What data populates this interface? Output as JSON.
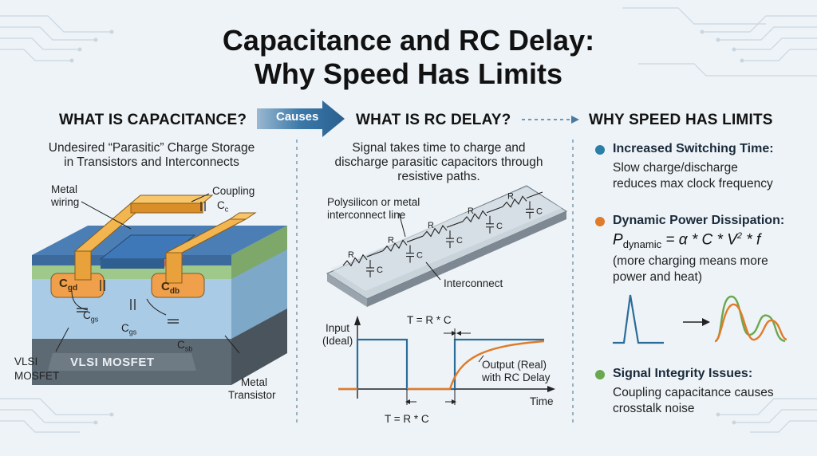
{
  "title": {
    "line1": "Capacitance and RC Delay:",
    "line2": "Why Speed Has Limits"
  },
  "causes_label": "Causes",
  "panel1": {
    "heading": "WHAT IS CAPACITANCE?",
    "subtitle_line1": "Undesired “Parasitic” Charge Storage",
    "subtitle_line2": "in Transistors and Interconnects",
    "label_metal_wiring_1": "Metal",
    "label_metal_wiring_2": "wiring",
    "label_coupling": "Coupling",
    "label_cc_main": "C",
    "label_cc_sub": "c",
    "label_cgd_main": "C",
    "label_cgd_sub": "gd",
    "label_cdb_main": "C",
    "label_cdb_sub": "db",
    "label_cgs_left_main": "C",
    "label_cgs_left_sub": "gs",
    "label_cgs_mid_main": "C",
    "label_cgs_mid_sub": "gs",
    "label_csb_main": "C",
    "label_csb_sub": "sb",
    "label_block": "VLSI MOSFET",
    "label_vlsi_1": "VLSI",
    "label_vlsi_2": "MOSFET",
    "label_metal_transistor_1": "Metal",
    "label_metal_transistor_2": "Transistor"
  },
  "panel2": {
    "heading": "WHAT IS RC DELAY?",
    "subtitle_line1": "Signal takes time to charge and",
    "subtitle_line2": "discharge parasitic capacitors through",
    "subtitle_line3": "resistive paths.",
    "label_poly_1": "Polysilicon or metal",
    "label_poly_2": "interconnect line",
    "label_interconnect": "Interconnect",
    "r_label": "R",
    "c_label": "C",
    "wave_input_1": "Input",
    "wave_input_2": "(Ideal)",
    "wave_tau_top": "T = R * C",
    "wave_tau_bottom": "T = R * C",
    "wave_output_1": "Output (Real)",
    "wave_output_2": "with RC Delay",
    "wave_time": "Time"
  },
  "panel3": {
    "heading": "WHY SPEED HAS LIMITS",
    "bullet1_title": "Increased Switching Time:",
    "bullet1_line1": "Slow charge/discharge",
    "bullet1_line2": "reduces max clock frequency",
    "bullet2_title": "Dynamic Power Dissipation:",
    "formula_p": "P",
    "formula_sub": "dynamic",
    "formula_rest": " = α * C * V",
    "formula_sup": "2",
    "formula_end": " * f",
    "bullet2_line1": "(more charging means more",
    "bullet2_line2": "power and heat)",
    "bullet3_title": "Signal Integrity Issues:",
    "bullet3_line1": "Coupling capacitance causes",
    "bullet3_line2": "crosstalk noise"
  },
  "colors": {
    "blue_dot": "#2a7fa8",
    "orange_dot": "#e07b2a",
    "green_dot": "#6aa84f",
    "arrow_blue": "#3a78a8",
    "wave_blue": "#2a6d99",
    "wave_orange": "#e07b2a"
  }
}
